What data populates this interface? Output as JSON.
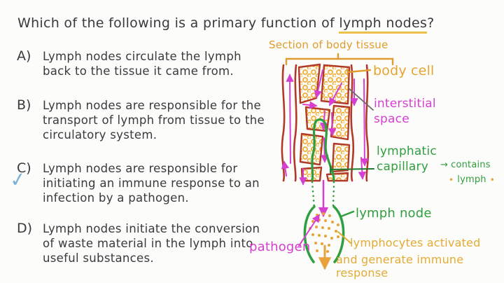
{
  "title": {
    "prefix": "Which of the following is a primary function of ",
    "underlined": "lymph nodes",
    "suffix": "?"
  },
  "options": [
    {
      "letter": "A)",
      "text": "Lymph nodes circulate the lymph back to the tissue it came from."
    },
    {
      "letter": "B)",
      "text": "Lymph nodes are responsible for the transport of lymph from tissue to the circulatory system."
    },
    {
      "letter": "C)",
      "text": "Lymph nodes are responsible for initiating an immune response to an infection by a pathogen.",
      "correct": true
    },
    {
      "letter": "D)",
      "text": "Lymph nodes initiate the conversion of waste material in the lymph into useful substances."
    }
  ],
  "icons": {
    "check": "✓",
    "arrow_right": "→",
    "bullet": "•"
  },
  "diagram": {
    "section_title": "Section of body tissue",
    "labels": {
      "body_cell": "body cell",
      "interstitial_space": "interstitial space",
      "lymphatic_capillary": "lymphatic capillary",
      "contains": "contains",
      "lymph": "lymph",
      "lymph_node": "lymph node",
      "pathogen": "pathogen",
      "lymphocytes_line1": "lymphocytes activated",
      "lymphocytes_line2": "and generate immune response"
    }
  },
  "colors": {
    "orange": "#e09c2e",
    "yellow_orange": "#e3ab33",
    "magenta": "#d63fd0",
    "green": "#2f9e3f",
    "dark_green": "#1f7a2e",
    "tissue_red": "#b23a28",
    "cell_orange": "#efa832",
    "text_dark": "#3a3a3c",
    "check_blue": "#79b2d8",
    "underline": "#eec04a"
  }
}
